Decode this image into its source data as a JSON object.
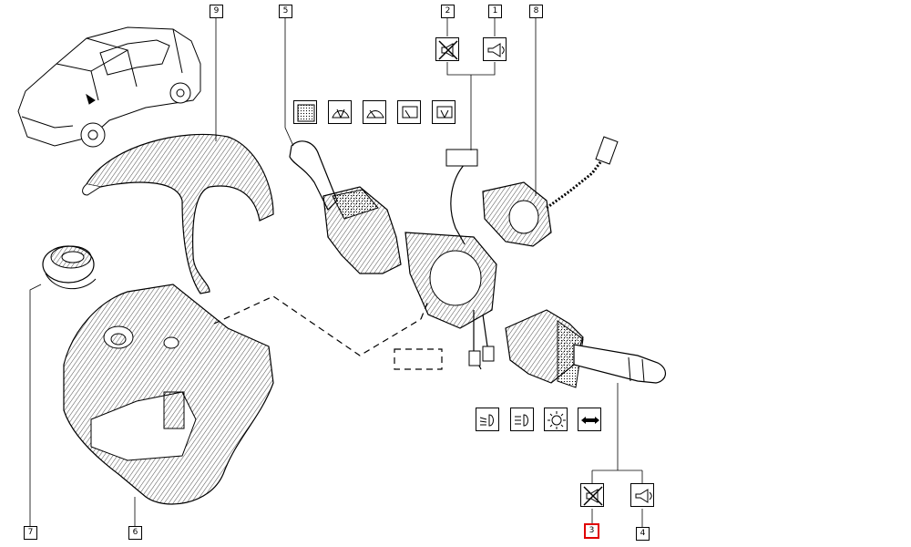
{
  "callouts": [
    {
      "id": "1",
      "label": "1",
      "highlighted": false
    },
    {
      "id": "2",
      "label": "2",
      "highlighted": false
    },
    {
      "id": "3",
      "label": "3",
      "highlighted": true
    },
    {
      "id": "4",
      "label": "4",
      "highlighted": false
    },
    {
      "id": "5",
      "label": "5",
      "highlighted": false
    },
    {
      "id": "6",
      "label": "6",
      "highlighted": false
    },
    {
      "id": "7",
      "label": "7",
      "highlighted": false
    },
    {
      "id": "8",
      "label": "8",
      "highlighted": false
    },
    {
      "id": "9",
      "label": "9",
      "highlighted": false
    }
  ],
  "symbols": {
    "wiper_group": [
      "rain-sensor-icon",
      "windscreen-wash-icon",
      "front-wiper-icon",
      "rear-wiper-icon",
      "rear-wash-icon"
    ],
    "light_group": [
      "dipped-beam-icon",
      "main-beam-icon",
      "fog-light-icon",
      "indicator-arrows-icon"
    ],
    "horn_group_top": [
      "no-horn-icon",
      "horn-icon"
    ],
    "horn_group_bottom": [
      "no-horn-icon",
      "horn-icon"
    ]
  },
  "colors": {
    "line": "#000000",
    "highlight": "#e00000",
    "background": "#ffffff"
  }
}
